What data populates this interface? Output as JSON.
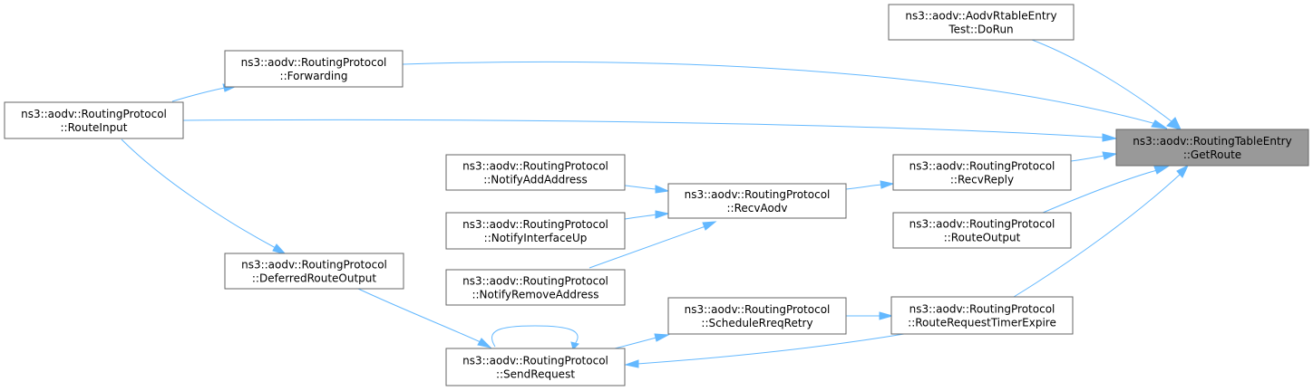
{
  "diagram": {
    "accent_edge_color": "#63b8ff",
    "focus_fill_color": "#999999",
    "nodes": [
      {
        "id": "get_route",
        "line1": "ns3::aodv::RoutingTableEntry",
        "line2": "::GetRoute",
        "focus": true
      },
      {
        "id": "aodv_rtable_test",
        "line1": "ns3::aodv::AodvRtableEntry",
        "line2": "Test::DoRun"
      },
      {
        "id": "forwarding",
        "line1": "ns3::aodv::RoutingProtocol",
        "line2": "::Forwarding"
      },
      {
        "id": "route_input",
        "line1": "ns3::aodv::RoutingProtocol",
        "line2": "::RouteInput"
      },
      {
        "id": "recv_reply",
        "line1": "ns3::aodv::RoutingProtocol",
        "line2": "::RecvReply"
      },
      {
        "id": "route_output",
        "line1": "ns3::aodv::RoutingProtocol",
        "line2": "::RouteOutput"
      },
      {
        "id": "rreq_timer_expire",
        "line1": "ns3::aodv::RoutingProtocol",
        "line2": "::RouteRequestTimerExpire"
      },
      {
        "id": "recv_aodv",
        "line1": "ns3::aodv::RoutingProtocol",
        "line2": "::RecvAodv"
      },
      {
        "id": "notify_add_address",
        "line1": "ns3::aodv::RoutingProtocol",
        "line2": "::NotifyAddAddress"
      },
      {
        "id": "notify_interface_up",
        "line1": "ns3::aodv::RoutingProtocol",
        "line2": "::NotifyInterfaceUp"
      },
      {
        "id": "notify_remove_address",
        "line1": "ns3::aodv::RoutingProtocol",
        "line2": "::NotifyRemoveAddress"
      },
      {
        "id": "deferred_route_output",
        "line1": "ns3::aodv::RoutingProtocol",
        "line2": "::DeferredRouteOutput"
      },
      {
        "id": "schedule_rreq_retry",
        "line1": "ns3::aodv::RoutingProtocol",
        "line2": "::ScheduleRreqRetry"
      },
      {
        "id": "send_request",
        "line1": "ns3::aodv::RoutingProtocol",
        "line2": "::SendRequest"
      }
    ],
    "edges": [
      {
        "from": "aodv_rtable_test",
        "to": "get_route"
      },
      {
        "from": "forwarding",
        "to": "get_route"
      },
      {
        "from": "route_input",
        "to": "get_route"
      },
      {
        "from": "recv_reply",
        "to": "get_route"
      },
      {
        "from": "route_output",
        "to": "get_route"
      },
      {
        "from": "rreq_timer_expire",
        "to": "get_route"
      },
      {
        "from": "route_input",
        "to": "forwarding"
      },
      {
        "from": "route_input",
        "to": "deferred_route_output"
      },
      {
        "from": "recv_aodv",
        "to": "recv_reply"
      },
      {
        "from": "notify_add_address",
        "to": "recv_aodv"
      },
      {
        "from": "notify_interface_up",
        "to": "recv_aodv"
      },
      {
        "from": "notify_remove_address",
        "to": "recv_aodv"
      },
      {
        "from": "deferred_route_output",
        "to": "send_request"
      },
      {
        "from": "send_request",
        "to": "schedule_rreq_retry"
      },
      {
        "from": "schedule_rreq_retry",
        "to": "rreq_timer_expire"
      },
      {
        "from": "rreq_timer_expire",
        "to": "send_request"
      },
      {
        "from": "send_request",
        "to": "send_request"
      }
    ]
  }
}
